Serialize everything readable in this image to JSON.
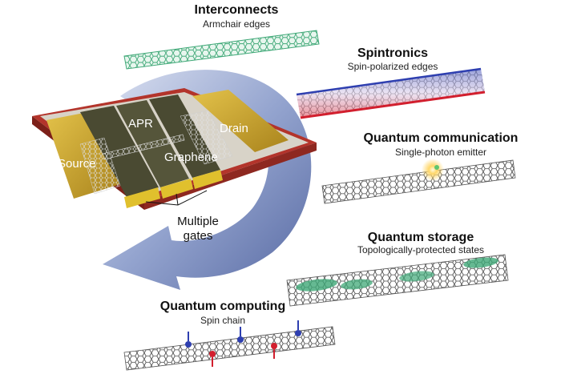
{
  "applications": {
    "interconnects": {
      "title": "Interconnects",
      "subtitle": "Armchair edges"
    },
    "spintronics": {
      "title": "Spintronics",
      "subtitle": "Spin-polarized edges"
    },
    "quantum_communication": {
      "title": "Quantum communication",
      "subtitle": "Single-photon emitter"
    },
    "quantum_storage": {
      "title": "Quantum storage",
      "subtitle": "Topologically-protected states"
    },
    "quantum_computing": {
      "title": "Quantum computing",
      "subtitle": "Spin chain"
    }
  },
  "device": {
    "source_label": "Source",
    "drain_label": "Drain",
    "apr_label": "APR",
    "graphene_label": "Graphene",
    "gates_line1": "Multiple",
    "gates_line2": "gates"
  },
  "colors": {
    "arrow": "#6b7fb5",
    "gold": "#c9a431",
    "gate_dark": "#4a4a32",
    "substrate_red": "#b3342b",
    "spin_up": "#2e3fb0",
    "spin_down": "#d21f2e",
    "edge_state_green": "#3fa877",
    "ribbon_gray": "#555555"
  }
}
